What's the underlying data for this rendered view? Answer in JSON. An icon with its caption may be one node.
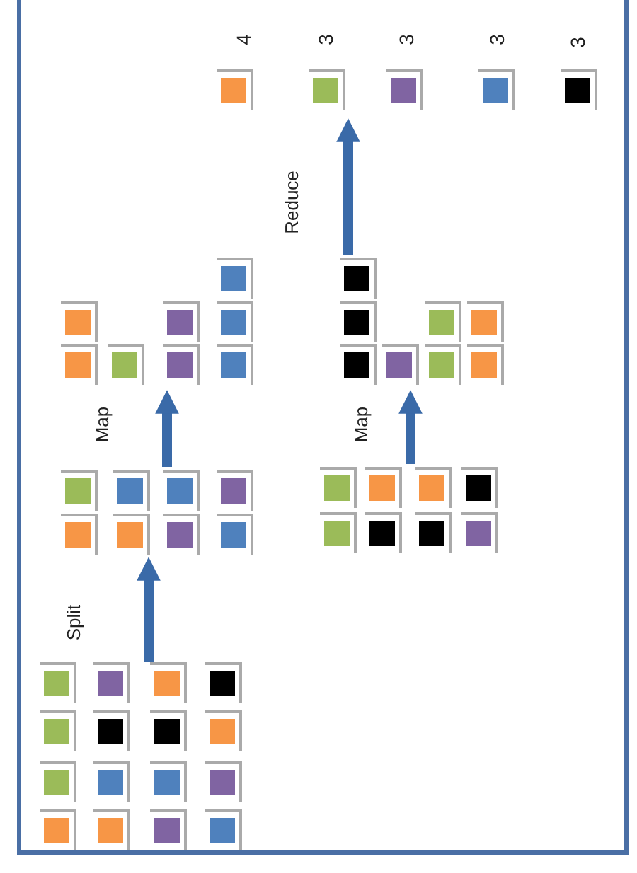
{
  "diagram": {
    "nodes": [
      {
        "text": [],
        "shape": "box"
      },
      {
        "text": [],
        "shape": "box"
      },
      {
        "text": [],
        "shape": "box"
      },
      {
        "text": [],
        "shape": "box"
      },
      {
        "text": [],
        "shape": "box"
      },
      {
        "text": [],
        "shape": "box"
      }
    ],
    "edges": [
      {
        "from": 0,
        "to": 1,
        "arrow": "to",
        "label": "Split"
      },
      {
        "from": 1,
        "to": 3,
        "arrow": "to",
        "label": "Map"
      },
      {
        "from": 2,
        "to": 4,
        "arrow": "to",
        "label": "Map"
      },
      {
        "from": 4,
        "to": 5,
        "arrow": "to",
        "label": "Reduce"
      }
    ],
    "labels": [
      "4",
      "3",
      "3",
      "3",
      "3"
    ]
  }
}
